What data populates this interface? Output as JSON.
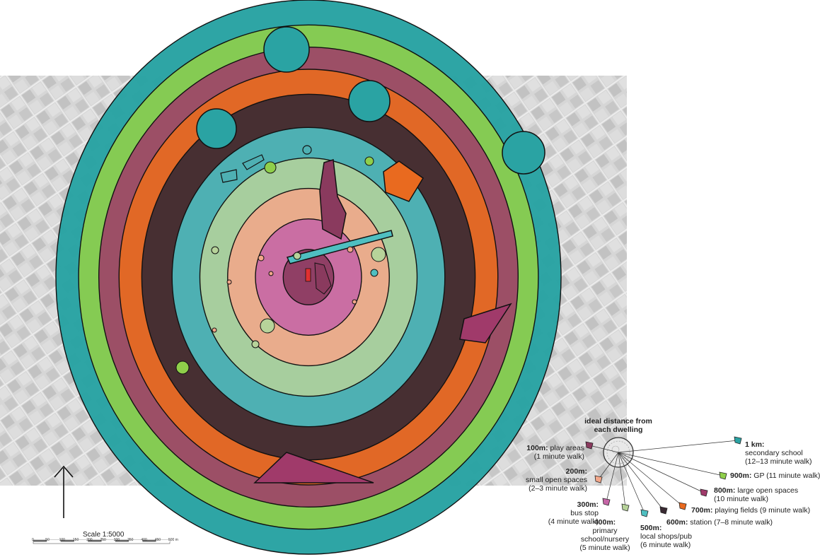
{
  "legend": {
    "title": "ideal distance from each dwelling",
    "items": [
      {
        "dist": "100m:",
        "desc1": "play areas",
        "desc2": "(1 minute walk)",
        "color": "#8a3a5e"
      },
      {
        "dist": "200m:",
        "desc1": "small open spaces",
        "desc2": "(2–3 minute walk)",
        "color": "#f3a78a"
      },
      {
        "dist": "300m:",
        "desc1": "bus stop",
        "desc2": "(4 minute walk)",
        "color": "#c565a6"
      },
      {
        "dist": "400m:",
        "desc1": "primary",
        "desc2": "school/nursery",
        "desc3": "(5 minute walk)",
        "color": "#b7d39a"
      },
      {
        "dist": "500m:",
        "desc1": "local shops/pub",
        "desc2": "(6 minute walk)",
        "color": "#4fbfc1"
      },
      {
        "dist": "600m:",
        "desc1": "station (7–8 minute walk)",
        "color": "#3a2a33"
      },
      {
        "dist": "700m:",
        "desc1": "playing fields (9 minute walk)",
        "color": "#e96a1f"
      },
      {
        "dist": "800m:",
        "desc1": "large open spaces",
        "desc2": "(10 minute walk)",
        "color": "#a03a6a"
      },
      {
        "dist": "900m:",
        "desc1": "GP (11 minute walk)",
        "color": "#8fcf4a"
      },
      {
        "dist": "1 km:",
        "desc1": "secondary school",
        "desc2": "(12–13 minute walk)",
        "color": "#2aa3a3"
      }
    ]
  },
  "scale": {
    "title": "Scale 1:5000",
    "ticks": [
      "0",
      "50",
      "100",
      "150",
      "200",
      "250",
      "300",
      "350",
      "400",
      "450",
      "500 m"
    ]
  },
  "colors": {
    "ring_1km": "#2aa3a3",
    "ring_900": "#8fcf4a",
    "ring_800": "#a03a6a",
    "ring_700": "#e96a1f",
    "ring_600": "#3a2a33",
    "ring_500": "#4fbfc1",
    "ring_400": "#b7d39a",
    "ring_300": "#f3a78a",
    "ring_200": "#c565a6",
    "ring_100": "#8a3a5e",
    "aerial": "#bdbdbd"
  }
}
